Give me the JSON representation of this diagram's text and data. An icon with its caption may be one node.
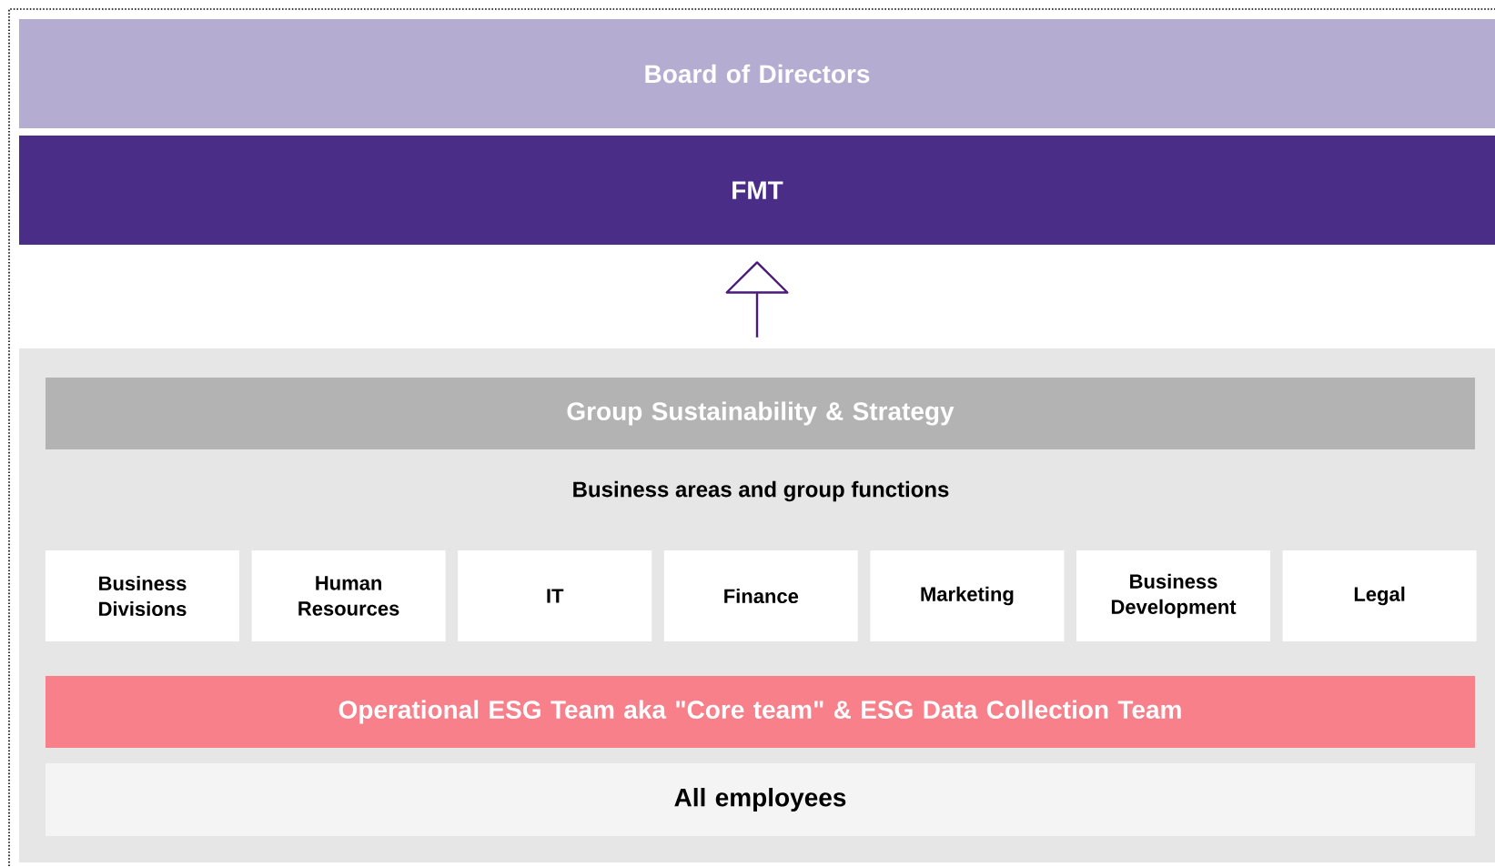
{
  "diagram": {
    "nodes": [
      {
        "text": [
          "Board of Directors"
        ]
      },
      {
        "text": [
          "FMT"
        ]
      },
      {
        "text": [],
        "shape": "box"
      },
      {
        "text": [
          "Group Sustainability & Strategy"
        ],
        "in": 2
      },
      {
        "text": [
          "Business Divisions"
        ],
        "in": 2
      },
      {
        "text": [
          "Human Resources"
        ],
        "in": 2
      },
      {
        "text": [
          "IT"
        ],
        "in": 2
      },
      {
        "text": [
          "Finance"
        ],
        "in": 2
      },
      {
        "text": [
          "Marketing"
        ],
        "in": 2
      },
      {
        "text": [
          "Business Development"
        ],
        "in": 2
      },
      {
        "text": [
          "Legal"
        ],
        "in": 2
      },
      {
        "text": [
          "Operational ESG Team aka \"Core team\" & ESG Data Collection Team"
        ],
        "in": 2
      },
      {
        "text": [
          "All employees"
        ],
        "in": 2
      }
    ],
    "edges": [
      {
        "from": 2,
        "to": 1,
        "arrow": "to"
      }
    ],
    "labels": [
      "Business areas and group functions"
    ]
  }
}
